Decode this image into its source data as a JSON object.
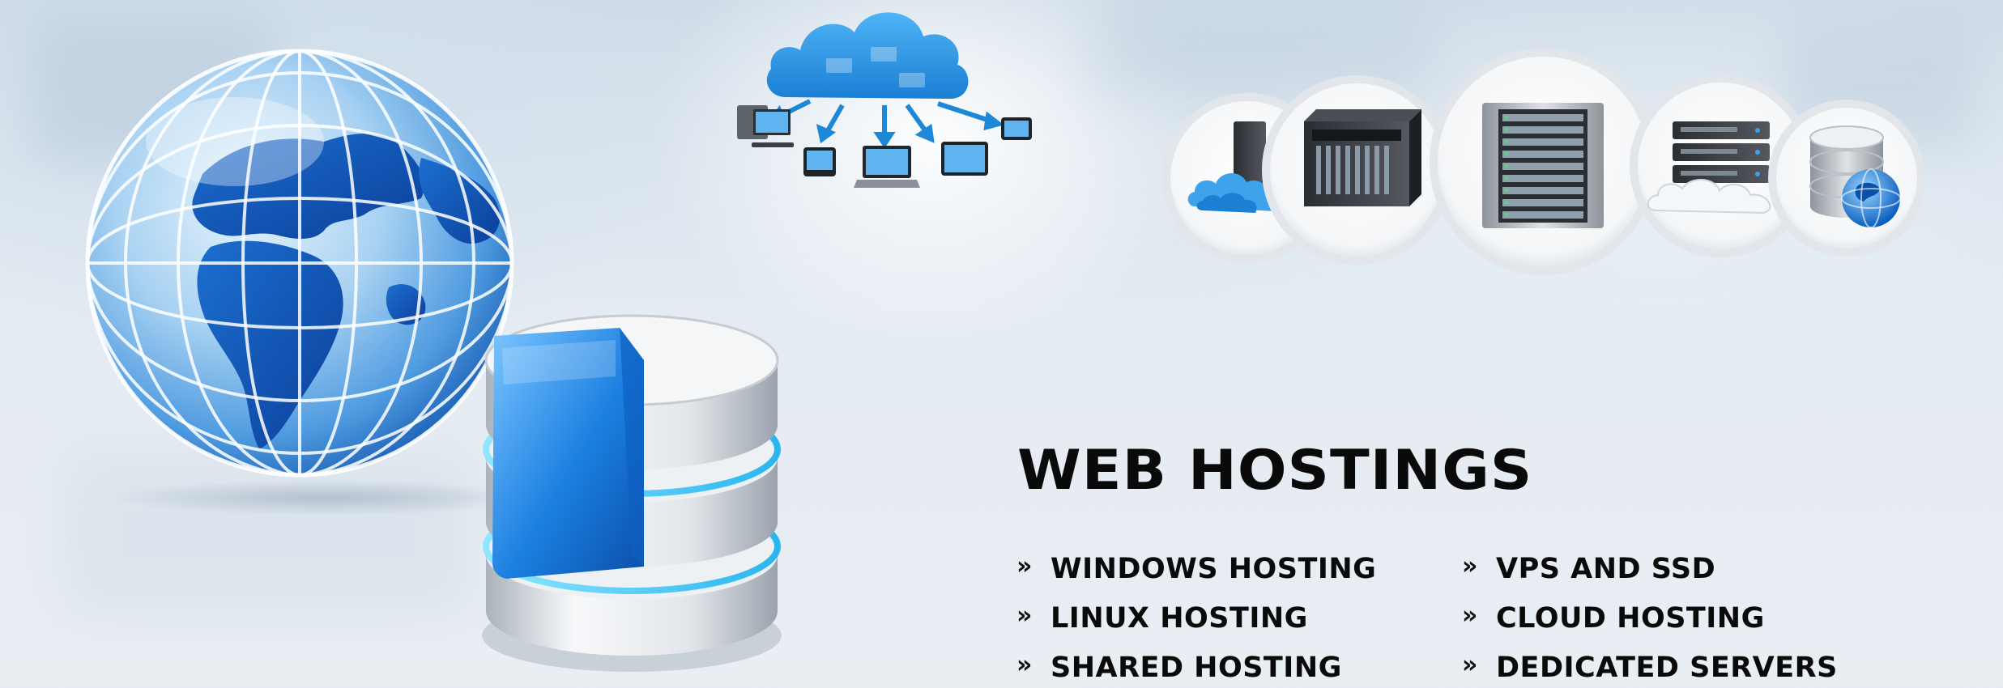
{
  "banner": {
    "title": "WEB HOSTINGS",
    "services_left": [
      {
        "label": "WINDOWS HOSTING",
        "icon": "double-chevron-right-icon"
      },
      {
        "label": "LINUX HOSTING",
        "icon": "double-chevron-right-icon"
      },
      {
        "label": "SHARED HOSTING",
        "icon": "double-chevron-right-icon"
      }
    ],
    "services_right": [
      {
        "label": "VPS AND SSD",
        "icon": "double-chevron-right-icon"
      },
      {
        "label": "CLOUD HOSTING",
        "icon": "double-chevron-right-icon"
      },
      {
        "label": "DEDICATED SERVERS",
        "icon": "double-chevron-right-icon"
      }
    ],
    "bullet_glyph": "»"
  },
  "graphics": {
    "globe": "globe-icon",
    "database": "database-cylinder-icon",
    "cloud_network": "cloud-network-icon",
    "server_circles": [
      "cloud-server-icon",
      "server-rack-icon",
      "blade-server-icon",
      "server-stack-cloud-icon",
      "database-globe-icon"
    ]
  },
  "colors": {
    "accent_blue": "#1e88d8",
    "deep_blue": "#0b4fa8",
    "text": "#0a0a0a",
    "silver": "#d5d9de"
  }
}
